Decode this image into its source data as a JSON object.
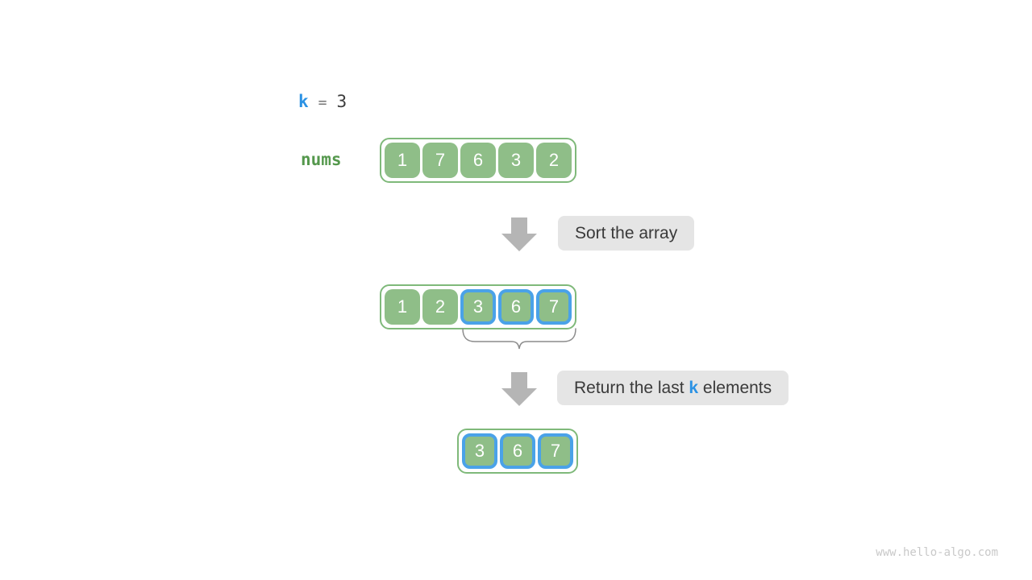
{
  "variables": {
    "k_name": "k",
    "equals": "=",
    "k_value": "3",
    "nums_label": "nums"
  },
  "arrays": {
    "original": {
      "values": [
        "1",
        "7",
        "6",
        "3",
        "2"
      ],
      "highlighted_indices": []
    },
    "sorted": {
      "values": [
        "1",
        "2",
        "3",
        "6",
        "7"
      ],
      "highlighted_indices": [
        2,
        3,
        4
      ]
    },
    "result": {
      "values": [
        "3",
        "6",
        "7"
      ],
      "highlighted_indices": [
        0,
        1,
        2
      ]
    }
  },
  "steps": {
    "sort_label": "Sort the array",
    "return_label_prefix": "Return the last ",
    "return_label_k": "k",
    "return_label_suffix": " elements"
  },
  "colors": {
    "cell_green": "#8fbe88",
    "array_border_green": "#7fb97a",
    "nums_label_green": "#55984d",
    "highlight_blue": "#4aa2e8",
    "k_text_blue": "#2b92e4",
    "note_background": "#e5e5e5",
    "note_text": "#3a3a3a",
    "arrow_gray": "#b5b5b5",
    "brace_gray": "#8c8c8c",
    "watermark_gray": "#c9c9c9"
  },
  "footer": {
    "watermark": "www.hello-algo.com"
  }
}
